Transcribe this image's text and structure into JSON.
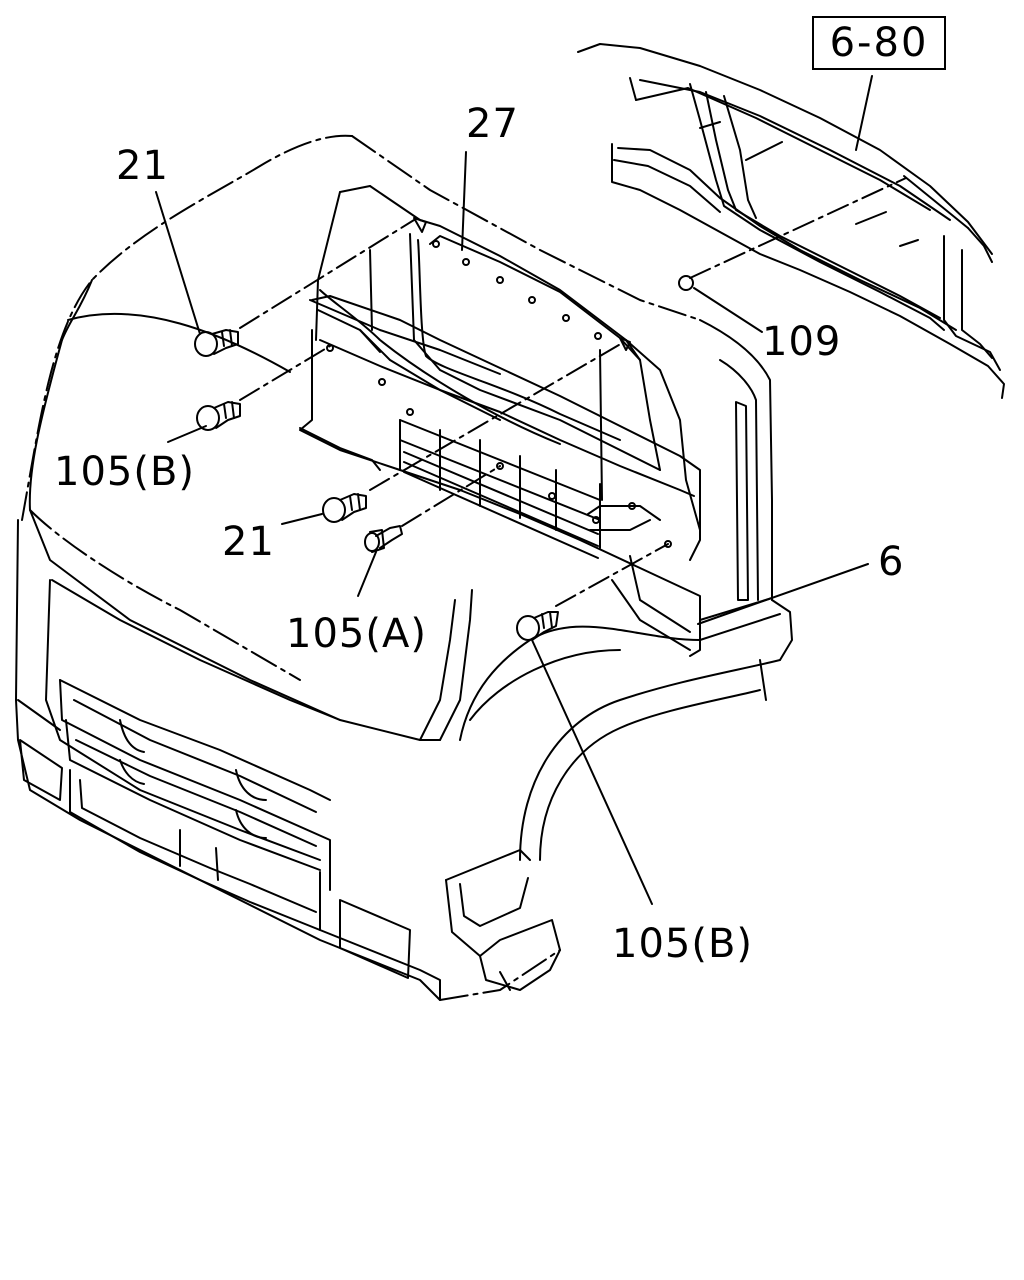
{
  "diagram": {
    "reference_box": "6-80",
    "callouts": {
      "c21_top": "21",
      "c27": "27",
      "c109": "109",
      "c105b_left": "105(B)",
      "c21_mid": "21",
      "c105a": "105(A)",
      "c6": "6",
      "c105b_bottom": "105(B)"
    }
  }
}
